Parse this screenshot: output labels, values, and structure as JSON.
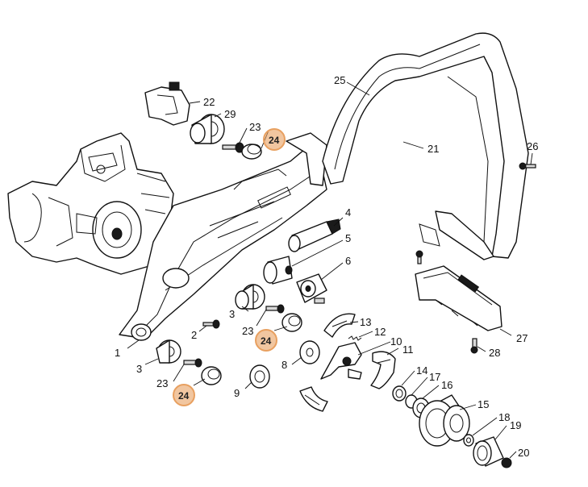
{
  "diagram": {
    "highlight_color": "#e8a060",
    "labels": {
      "l1": "1",
      "l2": "2",
      "l3a": "3",
      "l3b": "3",
      "l4": "4",
      "l5": "5",
      "l6": "6",
      "l8": "8",
      "l9": "9",
      "l10": "10",
      "l11": "11",
      "l12": "12",
      "l13": "13",
      "l14": "14",
      "l15": "15",
      "l16": "16",
      "l17": "17",
      "l18": "18",
      "l19": "19",
      "l20": "20",
      "l21": "21",
      "l22": "22",
      "l23a": "23",
      "l23b": "23",
      "l23c": "23",
      "l24a": "24",
      "l24b": "24",
      "l24c": "24",
      "l25": "25",
      "l26": "26",
      "l27": "27",
      "l28": "28",
      "l29": "29"
    }
  }
}
